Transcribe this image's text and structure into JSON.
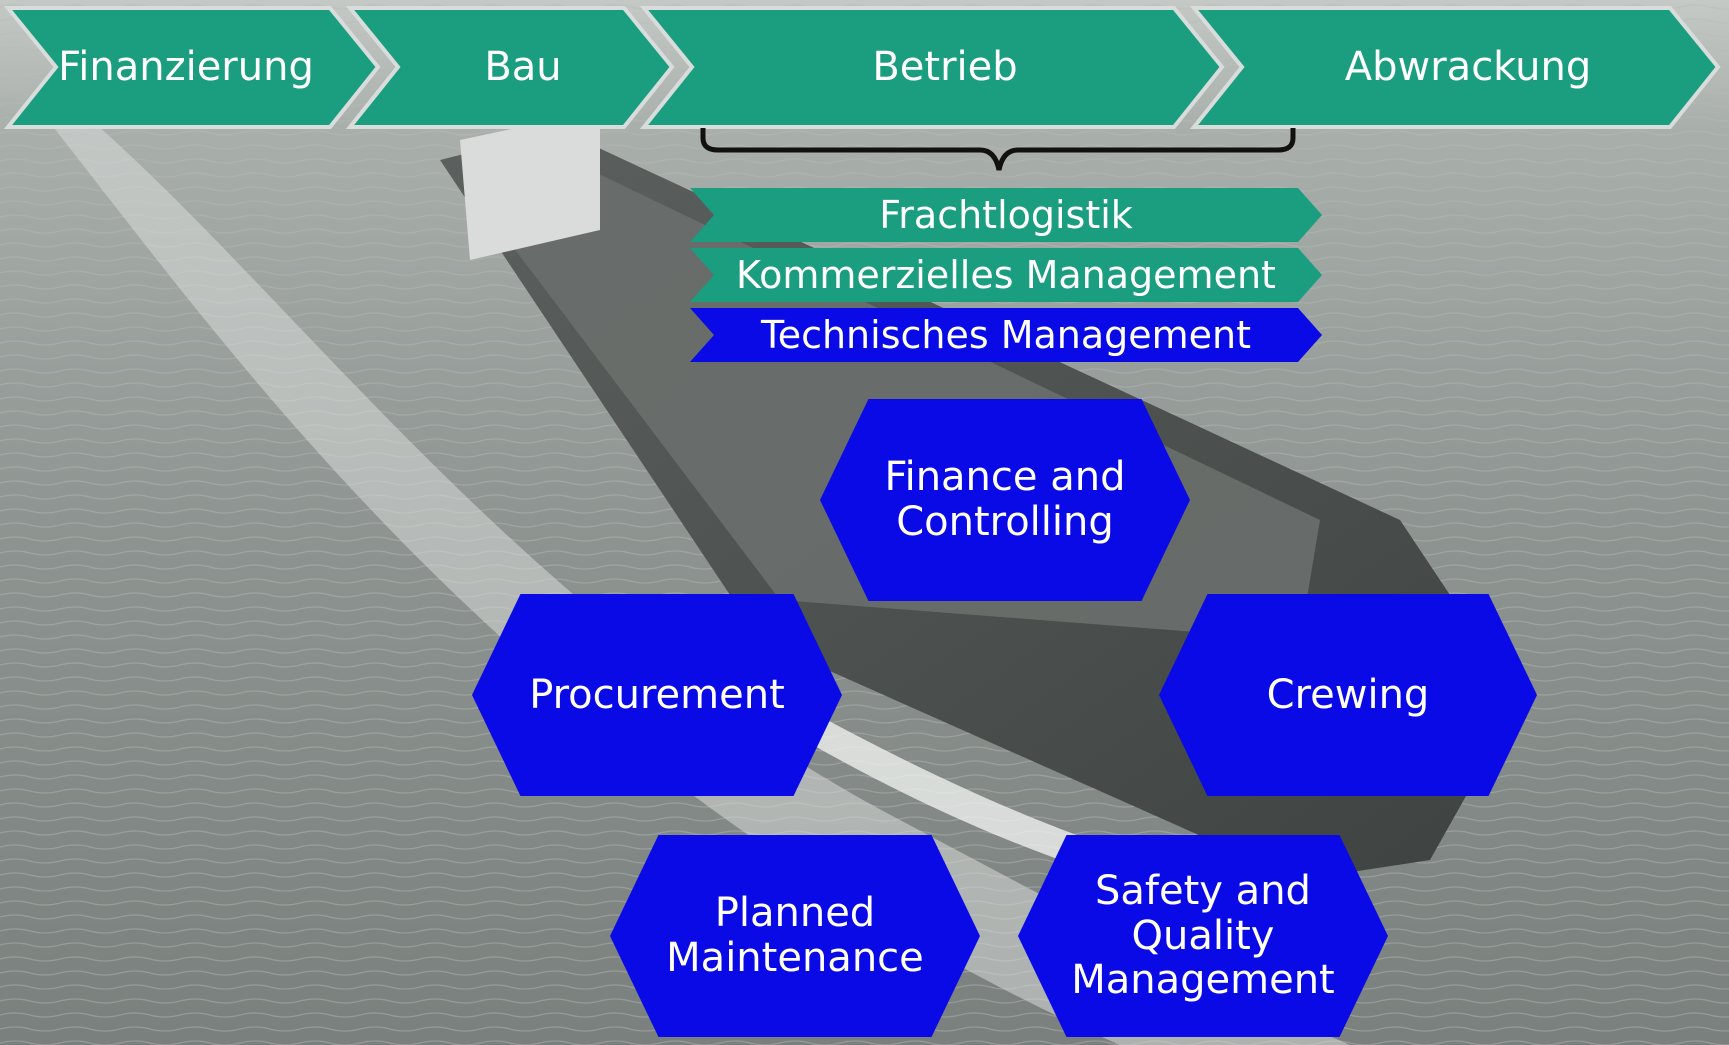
{
  "colors": {
    "phase": "#1b9e80",
    "band_teal": "#1b9e80",
    "band_blue": "#0a0ae6",
    "hex": "#0a0ae6",
    "label": "#ffffff",
    "brace": "#111111",
    "sea": "#8f9592"
  },
  "background": {
    "picture": "aerial-photo-container-ship",
    "tint": "grayscale"
  },
  "phases": [
    {
      "label": "Finanzierung"
    },
    {
      "label": "Bau"
    },
    {
      "label": "Betrieb"
    },
    {
      "label": "Abwrackung"
    }
  ],
  "operation_bands": [
    {
      "label": "Frachtlogistik",
      "style": "teal"
    },
    {
      "label": "Kommerzielles Management",
      "style": "teal"
    },
    {
      "label": "Technisches Management",
      "style": "blue"
    }
  ],
  "functions": [
    {
      "key": "finance",
      "label": "Finance and Controlling"
    },
    {
      "key": "procurement",
      "label": "Procurement"
    },
    {
      "key": "crewing",
      "label": "Crewing"
    },
    {
      "key": "maintenance",
      "label": "Planned Maintenance"
    },
    {
      "key": "safety",
      "label": "Safety and Quality Management"
    }
  ]
}
